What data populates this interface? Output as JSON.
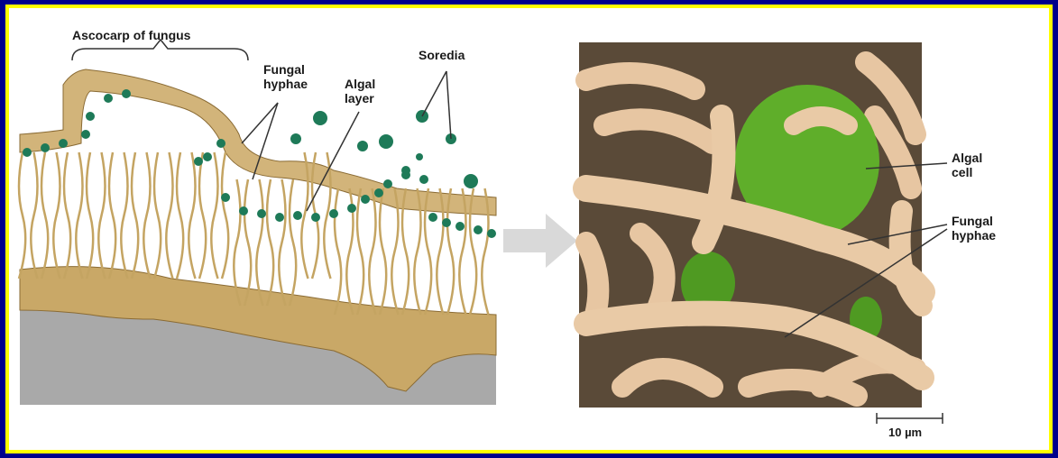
{
  "diagram": {
    "labels": {
      "ascocarp": "Ascocarp of fungus",
      "fungal_hyphae_left": "Fungal\nhyphae",
      "algal_layer": "Algal\nlayer",
      "soredia": "Soredia",
      "algal_cell": "Algal\ncell",
      "fungal_hyphae_right": "Fungal\nhyphae",
      "scale_bar": "10 µm"
    }
  },
  "colors": {
    "outer_background": "#00008b",
    "frame_border": "#ffff00",
    "hyphae": "#d2b47a",
    "algae": "#1e7a58",
    "algal_cell": "#5fae2a",
    "substrate": "#a9a9a9"
  }
}
